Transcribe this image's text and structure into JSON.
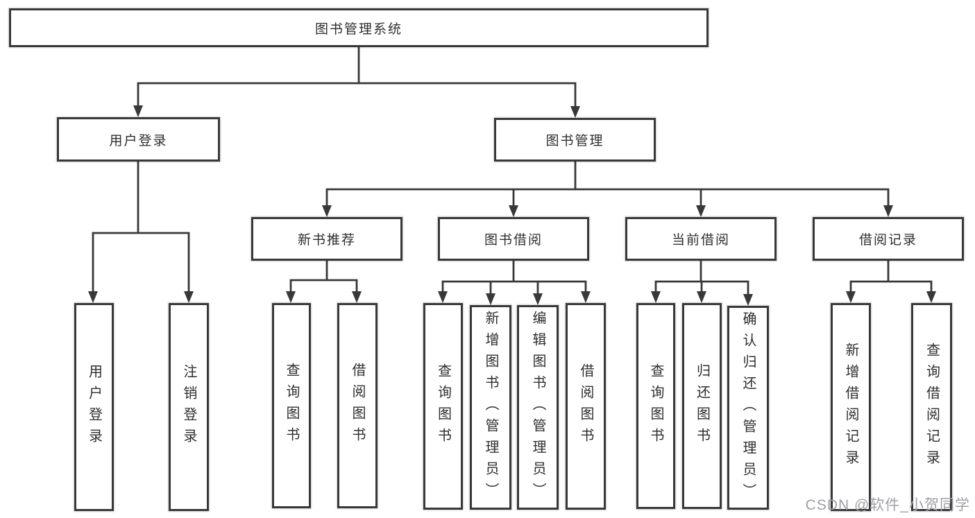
{
  "diagram": {
    "root": "图书管理系统",
    "user_login": {
      "label": "用户登录",
      "children": {
        "login": "用户登录",
        "logout": "注销登录"
      }
    },
    "book_mgmt": {
      "label": "图书管理",
      "recommend": {
        "label": "新书推荐",
        "children": {
          "query": "查询图书",
          "borrow": "借阅图书"
        }
      },
      "borrow": {
        "label": "图书借阅",
        "children": {
          "query": "查询图书",
          "add": "新增图书（管理员）",
          "edit": "编辑图书（管理员）",
          "borrow": "借阅图书"
        }
      },
      "current": {
        "label": "当前借阅",
        "children": {
          "query": "查询图书",
          "return": "归还图书",
          "confirm": "确认归还（管理员）"
        }
      },
      "record": {
        "label": "借阅记录",
        "children": {
          "add": "新增借阅记录",
          "query": "查询借阅记录"
        }
      }
    }
  },
  "watermark": "CSDN @软件_小贺同学",
  "colors": {
    "line": "#383838",
    "box_border": "#383838",
    "box_fill": "#ffffff",
    "text": "#2e2e2e",
    "watermark": "#9fa0a4"
  }
}
